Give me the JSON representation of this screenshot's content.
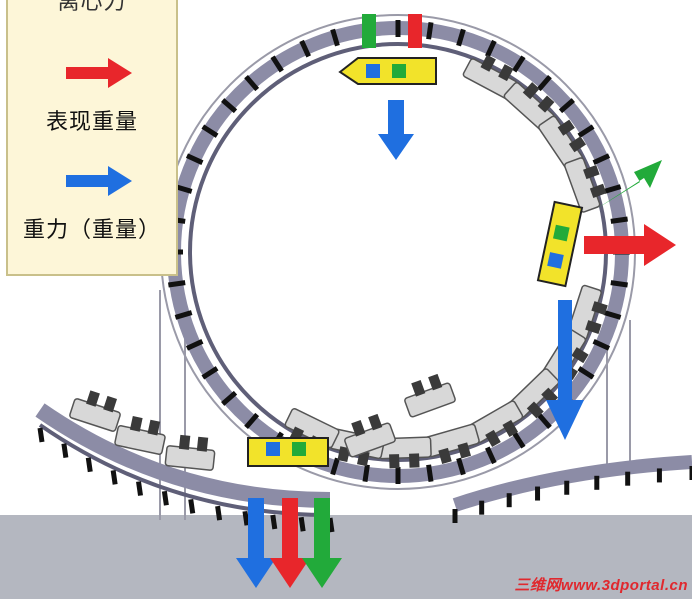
{
  "legend": {
    "title_clipped": "离心力",
    "items": [
      {
        "label": "表现重量",
        "color": "#e8262b",
        "icon": "red-arrow-icon"
      },
      {
        "label": "重力（重量）",
        "color": "#1f6fe0",
        "icon": "blue-arrow-icon"
      }
    ]
  },
  "colors": {
    "track": "#8c8ca6",
    "track_dark": "#5f5f78",
    "tie": "#111111",
    "car": "#f2e32a",
    "car_outline": "#222222",
    "ground": "#b4b7c0",
    "green": "#22aa3a",
    "red": "#e8262b",
    "blue": "#1f6fe0",
    "rider_cart": "#d8d8d8"
  },
  "watermark": "三维网www.3dportal.cn"
}
